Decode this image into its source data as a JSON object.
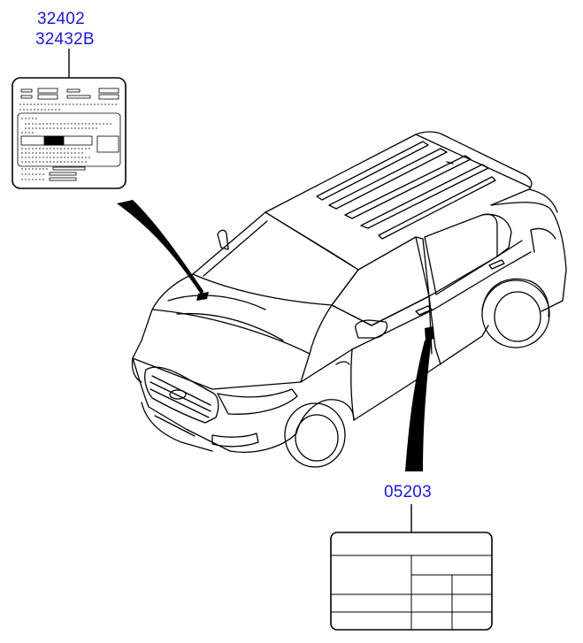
{
  "callouts": {
    "emission_label_number": "32402",
    "emission_label_alt_number": "32432B",
    "tire_label_number": "05203"
  },
  "colors": {
    "part_number": "#1a1ad6",
    "line": "#000000",
    "background": "#ffffff"
  }
}
